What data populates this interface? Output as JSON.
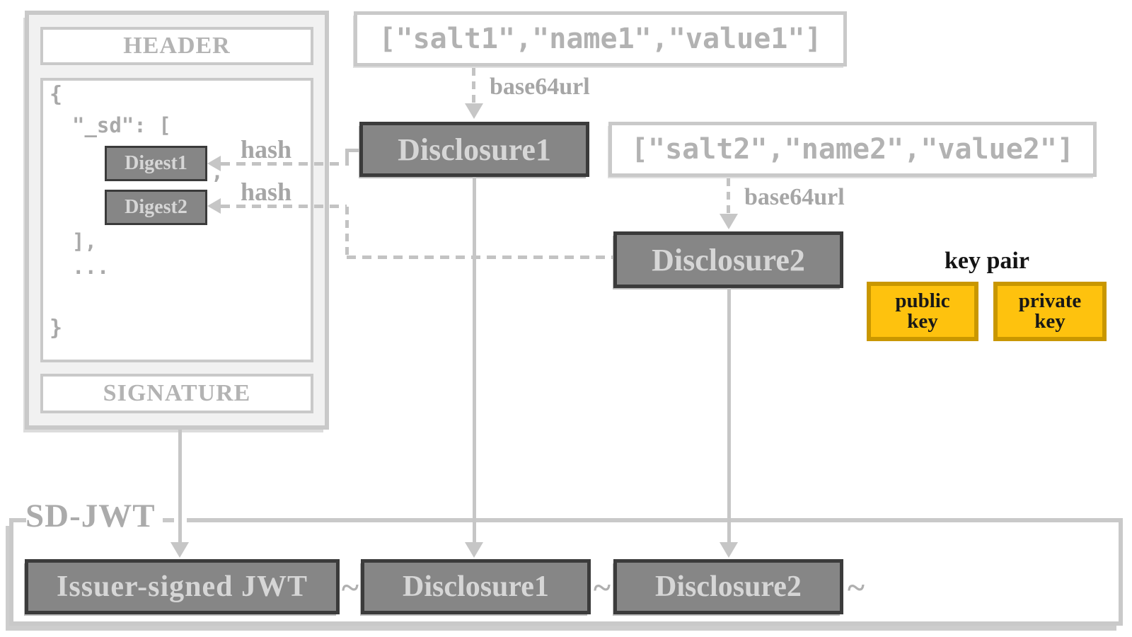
{
  "jwt_card": {
    "header_label": "HEADER",
    "signature_label": "SIGNATURE",
    "payload_code": {
      "open_brace": "{",
      "sd_line": "\"_sd\": [",
      "comma": ",",
      "close_bracket": "],",
      "ellipsis": "...",
      "close_brace": "}"
    },
    "digests": [
      {
        "label": "Digest1"
      },
      {
        "label": "Digest2"
      }
    ]
  },
  "disclosure_flows": [
    {
      "source_array": "[\"salt1\",\"name1\",\"value1\"]",
      "encode_label": "base64url",
      "disclosure_label": "Disclosure1",
      "hash_label": "hash"
    },
    {
      "source_array": "[\"salt2\",\"name2\",\"value2\"]",
      "encode_label": "base64url",
      "disclosure_label": "Disclosure2",
      "hash_label": "hash"
    }
  ],
  "key_pair": {
    "title": "key pair",
    "boxes": [
      {
        "line1": "public",
        "line2": "key"
      },
      {
        "line1": "private",
        "line2": "key"
      }
    ]
  },
  "sd_jwt": {
    "label": "SD-JWT",
    "separator": "~",
    "items": [
      {
        "label": "Issuer-signed JWT"
      },
      {
        "label": "Disclosure1"
      },
      {
        "label": "Disclosure2"
      }
    ]
  },
  "colors": {
    "dark_box_fill": "#868686",
    "dark_box_border": "#3b3b3b",
    "dark_box_text": "#d6d6d6",
    "light_border": "#c9c9c9",
    "gray_text": "#a6a6a6",
    "key_fill": "#fec20e",
    "key_border": "#c99700"
  }
}
